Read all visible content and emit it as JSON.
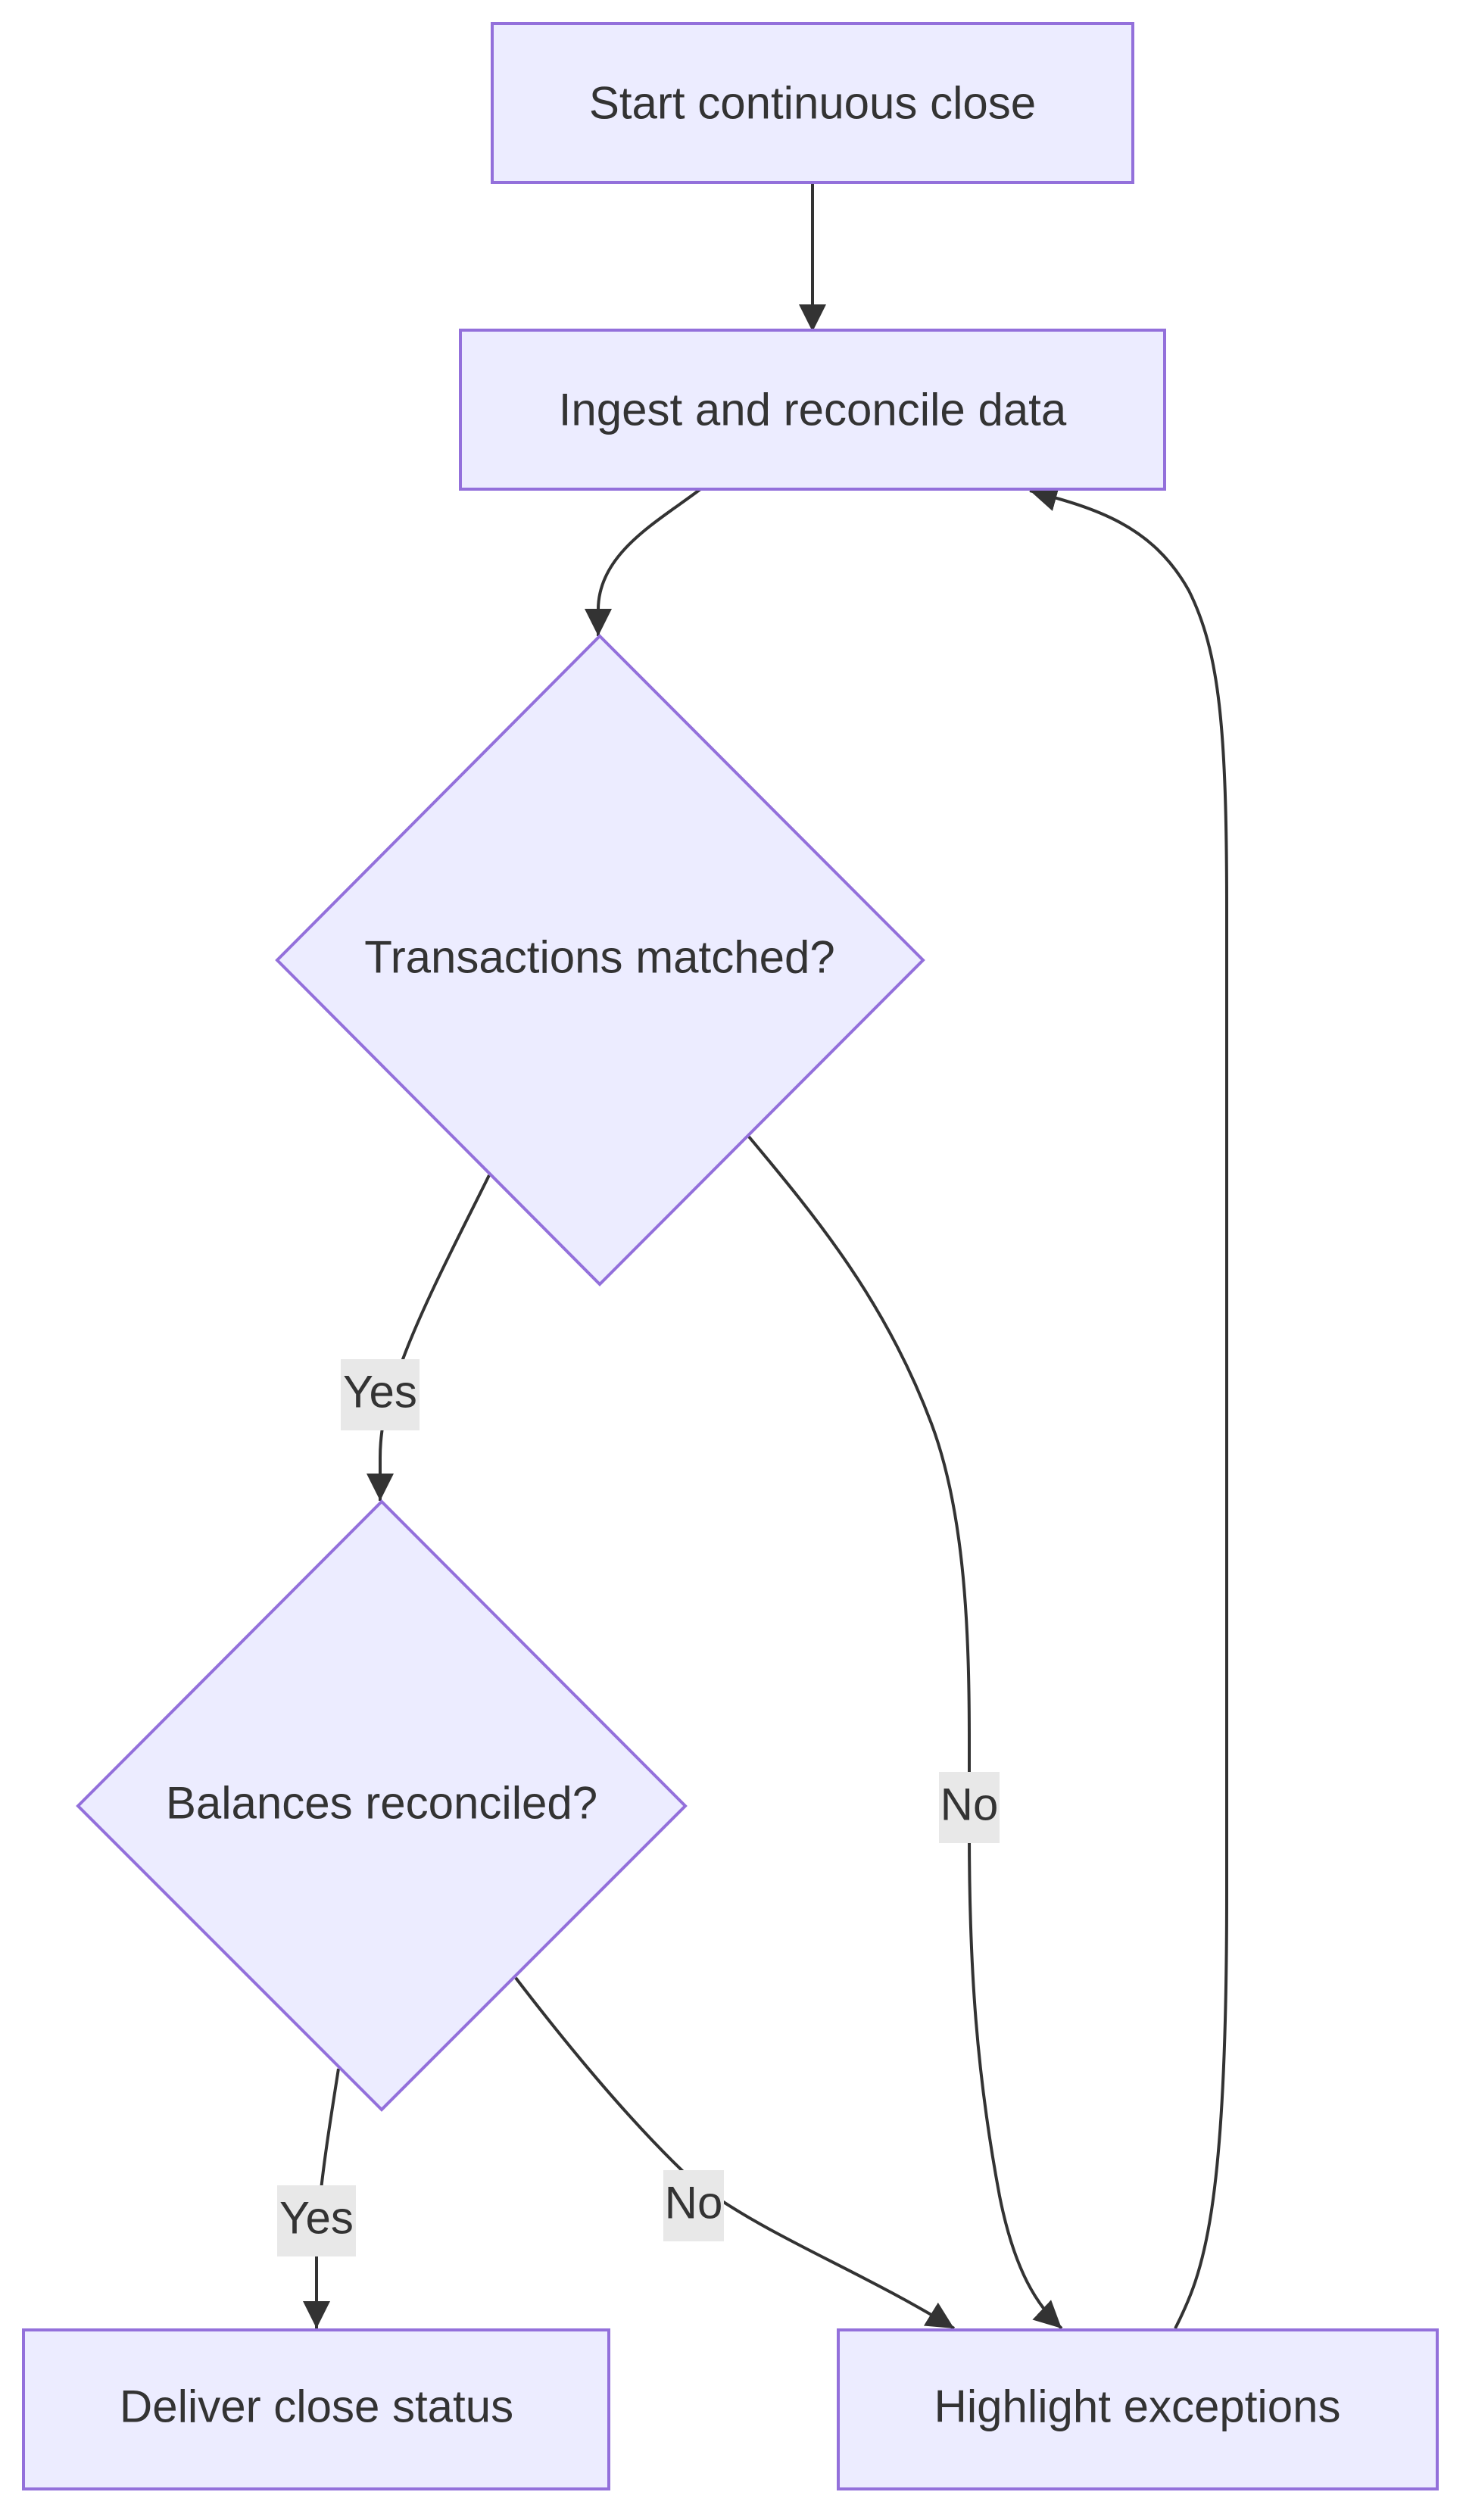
{
  "diagram": {
    "type": "flowchart",
    "colors": {
      "node_fill": "#ECECFF",
      "node_stroke": "#9370DB",
      "edge": "#333333",
      "text": "#333333",
      "edge_label_bg": "#e8e8e8"
    },
    "nodes": {
      "start": {
        "label": "Start continuous close",
        "shape": "rectangle"
      },
      "ingest": {
        "label": "Ingest and reconcile data",
        "shape": "rectangle"
      },
      "matched": {
        "label": "Transactions matched?",
        "shape": "diamond"
      },
      "balances": {
        "label": "Balances reconciled?",
        "shape": "diamond"
      },
      "deliver": {
        "label": "Deliver close status",
        "shape": "rectangle"
      },
      "exceptions": {
        "label": "Highlight exceptions",
        "shape": "rectangle"
      }
    },
    "edges": [
      {
        "from": "start",
        "to": "ingest",
        "label": ""
      },
      {
        "from": "ingest",
        "to": "matched",
        "label": ""
      },
      {
        "from": "matched",
        "to": "balances",
        "label": "Yes"
      },
      {
        "from": "matched",
        "to": "exceptions",
        "label": "No"
      },
      {
        "from": "balances",
        "to": "deliver",
        "label": "Yes"
      },
      {
        "from": "balances",
        "to": "exceptions",
        "label": "No"
      },
      {
        "from": "exceptions",
        "to": "ingest",
        "label": ""
      }
    ]
  }
}
